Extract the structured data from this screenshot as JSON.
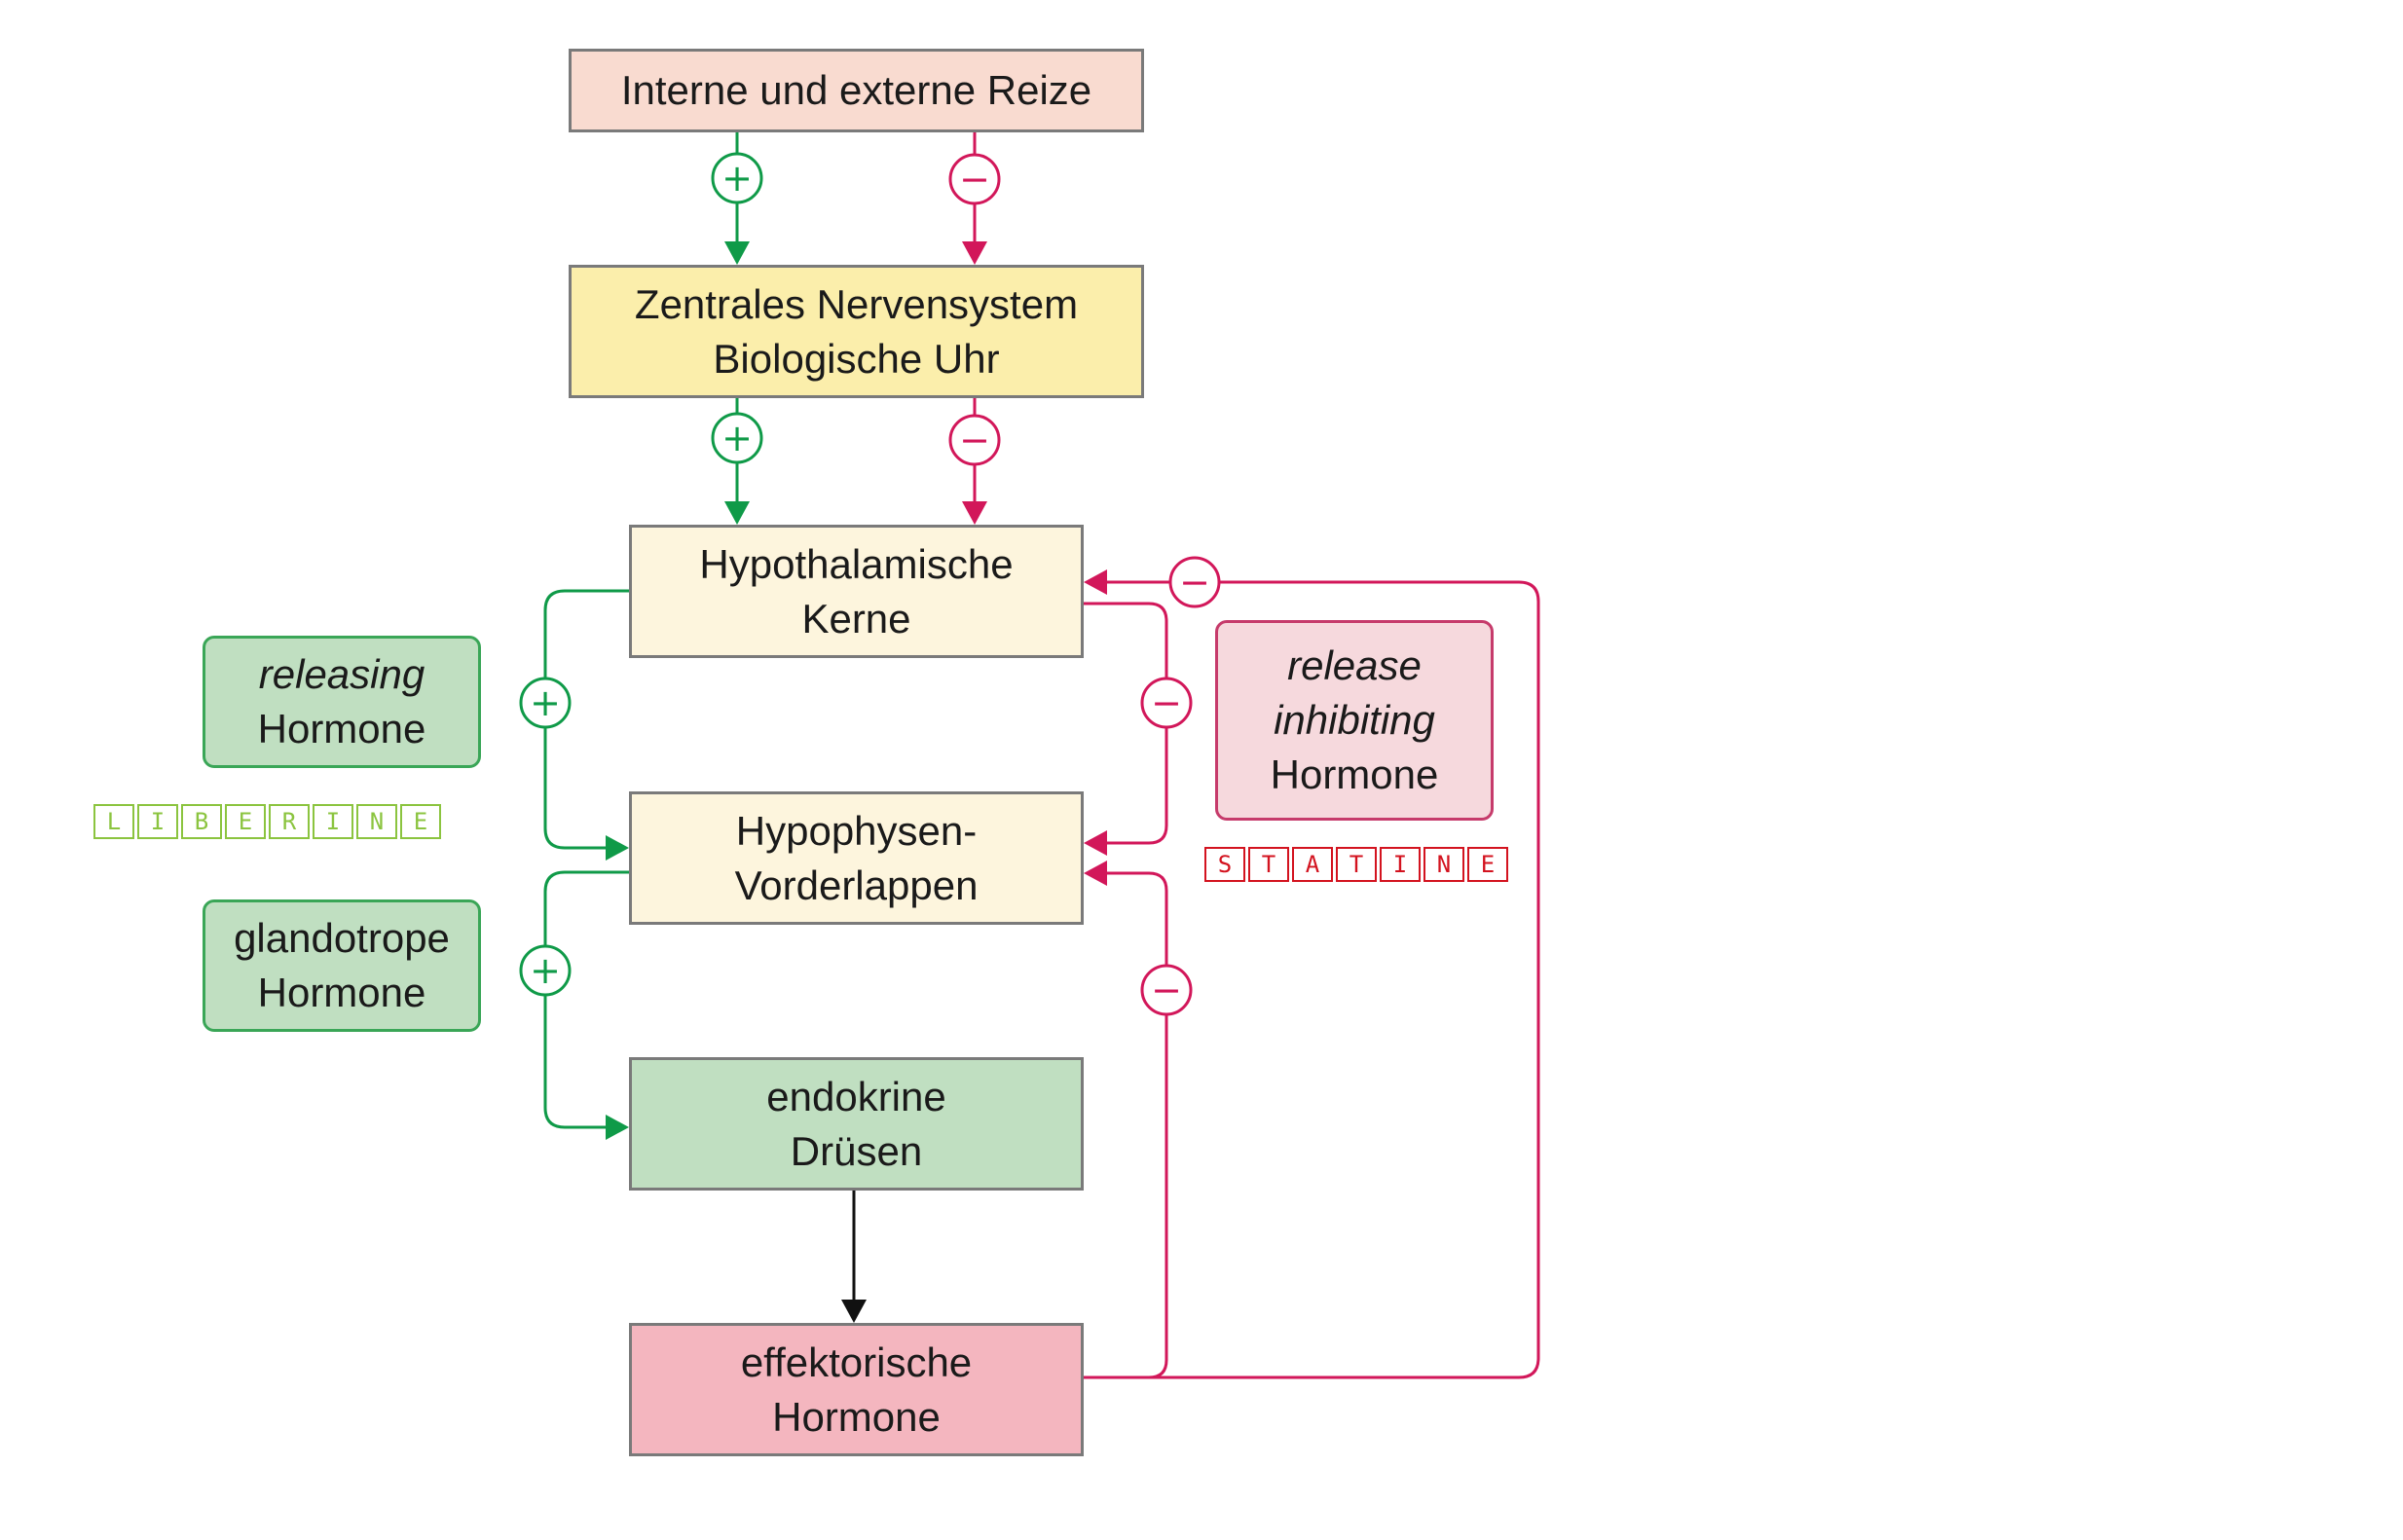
{
  "colors": {
    "activating": "#0f9a48",
    "inhibiting": "#d2175a",
    "neutral": "#111111",
    "box_reize": "#f9dbd0",
    "box_zns": "#fbeeab",
    "box_hypo": "#fdf5dd",
    "box_endokrin": "#c0dfc1",
    "box_effektor": "#f4b6bf",
    "liberine": "#8bc43f",
    "statine": "#d3131f"
  },
  "boxes": {
    "reize": [
      "Interne und externe Reize"
    ],
    "zns": [
      "Zentrales Nervensystem",
      "Biologische Uhr"
    ],
    "hypothalamus": [
      "Hypothalamische",
      "Kerne"
    ],
    "hypophyse": [
      "Hypophysen-",
      "Vorderlappen"
    ],
    "endokrin": [
      "endokrine",
      "Drüsen"
    ],
    "effektor": [
      "effektorische",
      "Hormone"
    ]
  },
  "labels": {
    "releasing": [
      "releasing",
      "Hormone"
    ],
    "glandotrope": [
      "glandotrope",
      "Hormone"
    ],
    "release_inhibiting": [
      "release",
      "inhibiting",
      "Hormone"
    ]
  },
  "stamps": {
    "liberine": [
      "L",
      "I",
      "B",
      "E",
      "R",
      "I",
      "N",
      "E"
    ],
    "statine": [
      "S",
      "T",
      "A",
      "T",
      "I",
      "N",
      "E"
    ]
  },
  "signs": {
    "plus": "+",
    "minus": "−"
  }
}
